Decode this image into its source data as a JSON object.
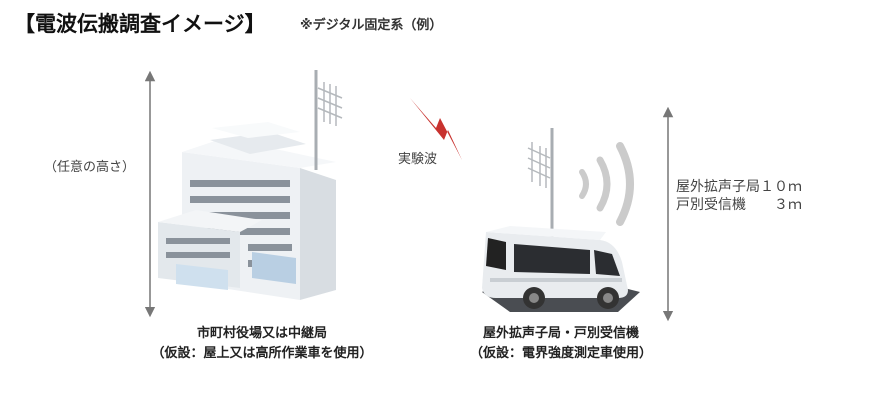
{
  "title": "【電波伝搬調査イメージ】",
  "subtitle": "※デジタル固定系（例）",
  "height_label": "（任意の高さ）",
  "signal_label": "実験波",
  "height_note": {
    "line1": "屋外拡声子局１０ｍ",
    "line2": "戸別受信機　　３ｍ"
  },
  "left_caption": {
    "line1": "市町村役場又は中継局",
    "line2": "（仮設：屋上又は高所作業車を使用）"
  },
  "right_caption": {
    "line1": "屋外拡声子局・戸別受信機",
    "line2": "（仮設：電界強度測定車使用）"
  },
  "colors": {
    "signal_bolt": "#c8322f",
    "arrow": "#777777",
    "waves": "#c9c9c9"
  }
}
